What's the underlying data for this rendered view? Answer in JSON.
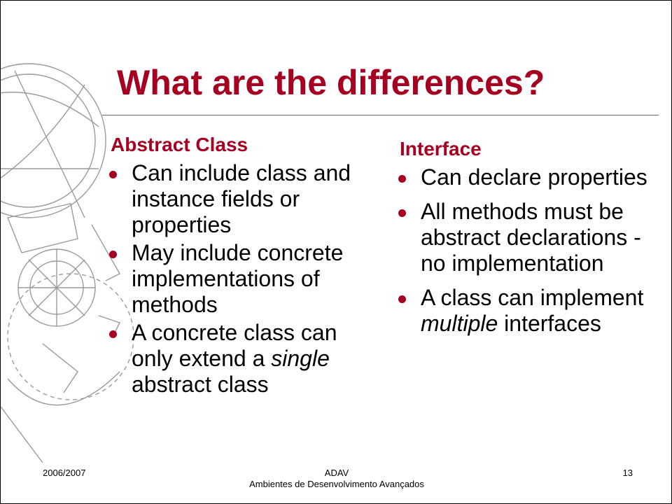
{
  "title": "What are the differences?",
  "left": {
    "heading": "Abstract Class",
    "bullets": [
      {
        "text": "Can include class and instance fields or properties"
      },
      {
        "text": "May include concrete implementations of methods"
      },
      {
        "pre": "A concrete class can only extend a ",
        "em": "single",
        "post": " abstract class"
      }
    ]
  },
  "right": {
    "heading": "Interface",
    "bullets": [
      {
        "text": "Can declare properties"
      },
      {
        "text": "All methods must be abstract declarations - no implementation"
      },
      {
        "pre": "A class can implement ",
        "em": "multiple",
        "post": " interfaces"
      }
    ]
  },
  "footer": {
    "date": "2006/2007",
    "course_code": "ADAV",
    "course_name": "Ambientes de Desenvolvimento Avançados",
    "page_number": "13"
  },
  "colors": {
    "accent": "#a50021"
  }
}
